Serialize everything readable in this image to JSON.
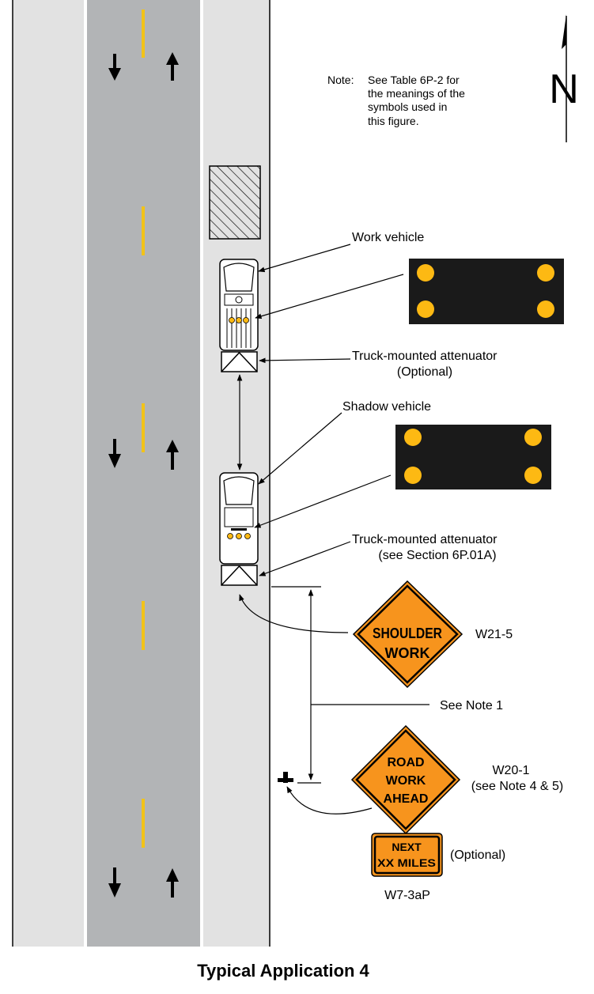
{
  "note": {
    "prefix": "Note:",
    "lines": [
      "See Table 6P-2 for",
      "the meanings of the",
      "symbols used in",
      "this figure."
    ]
  },
  "north_label": "N",
  "labels": {
    "work_vehicle": "Work vehicle",
    "tma1_line1": "Truck-mounted attenuator",
    "tma1_line2": "(Optional)",
    "shadow_vehicle": "Shadow vehicle",
    "tma2_line1": "Truck-mounted attenuator",
    "tma2_line2": "(see Section 6P.01A)",
    "see_note_1": "See Note 1",
    "w21_5_code": "W21-5",
    "w20_1_code": "W20-1",
    "w20_1_note": "(see Note 4 & 5)",
    "optional": "(Optional)",
    "w7_3ap_code": "W7-3aP"
  },
  "signs": {
    "shoulder_work": [
      "SHOULDER",
      "WORK"
    ],
    "road_work_ahead": [
      "ROAD",
      "WORK",
      "AHEAD"
    ],
    "next_miles": [
      "NEXT",
      "XX MILES"
    ]
  },
  "title": "Typical Application 4",
  "colors": {
    "shoulder": "#e2e2e2",
    "travel_lane": "#b2b4b6",
    "lane_line": "#f2c318",
    "sign_orange": "#f7941d",
    "panel_black": "#1a1a1a",
    "warning_light": "#fdb913"
  }
}
